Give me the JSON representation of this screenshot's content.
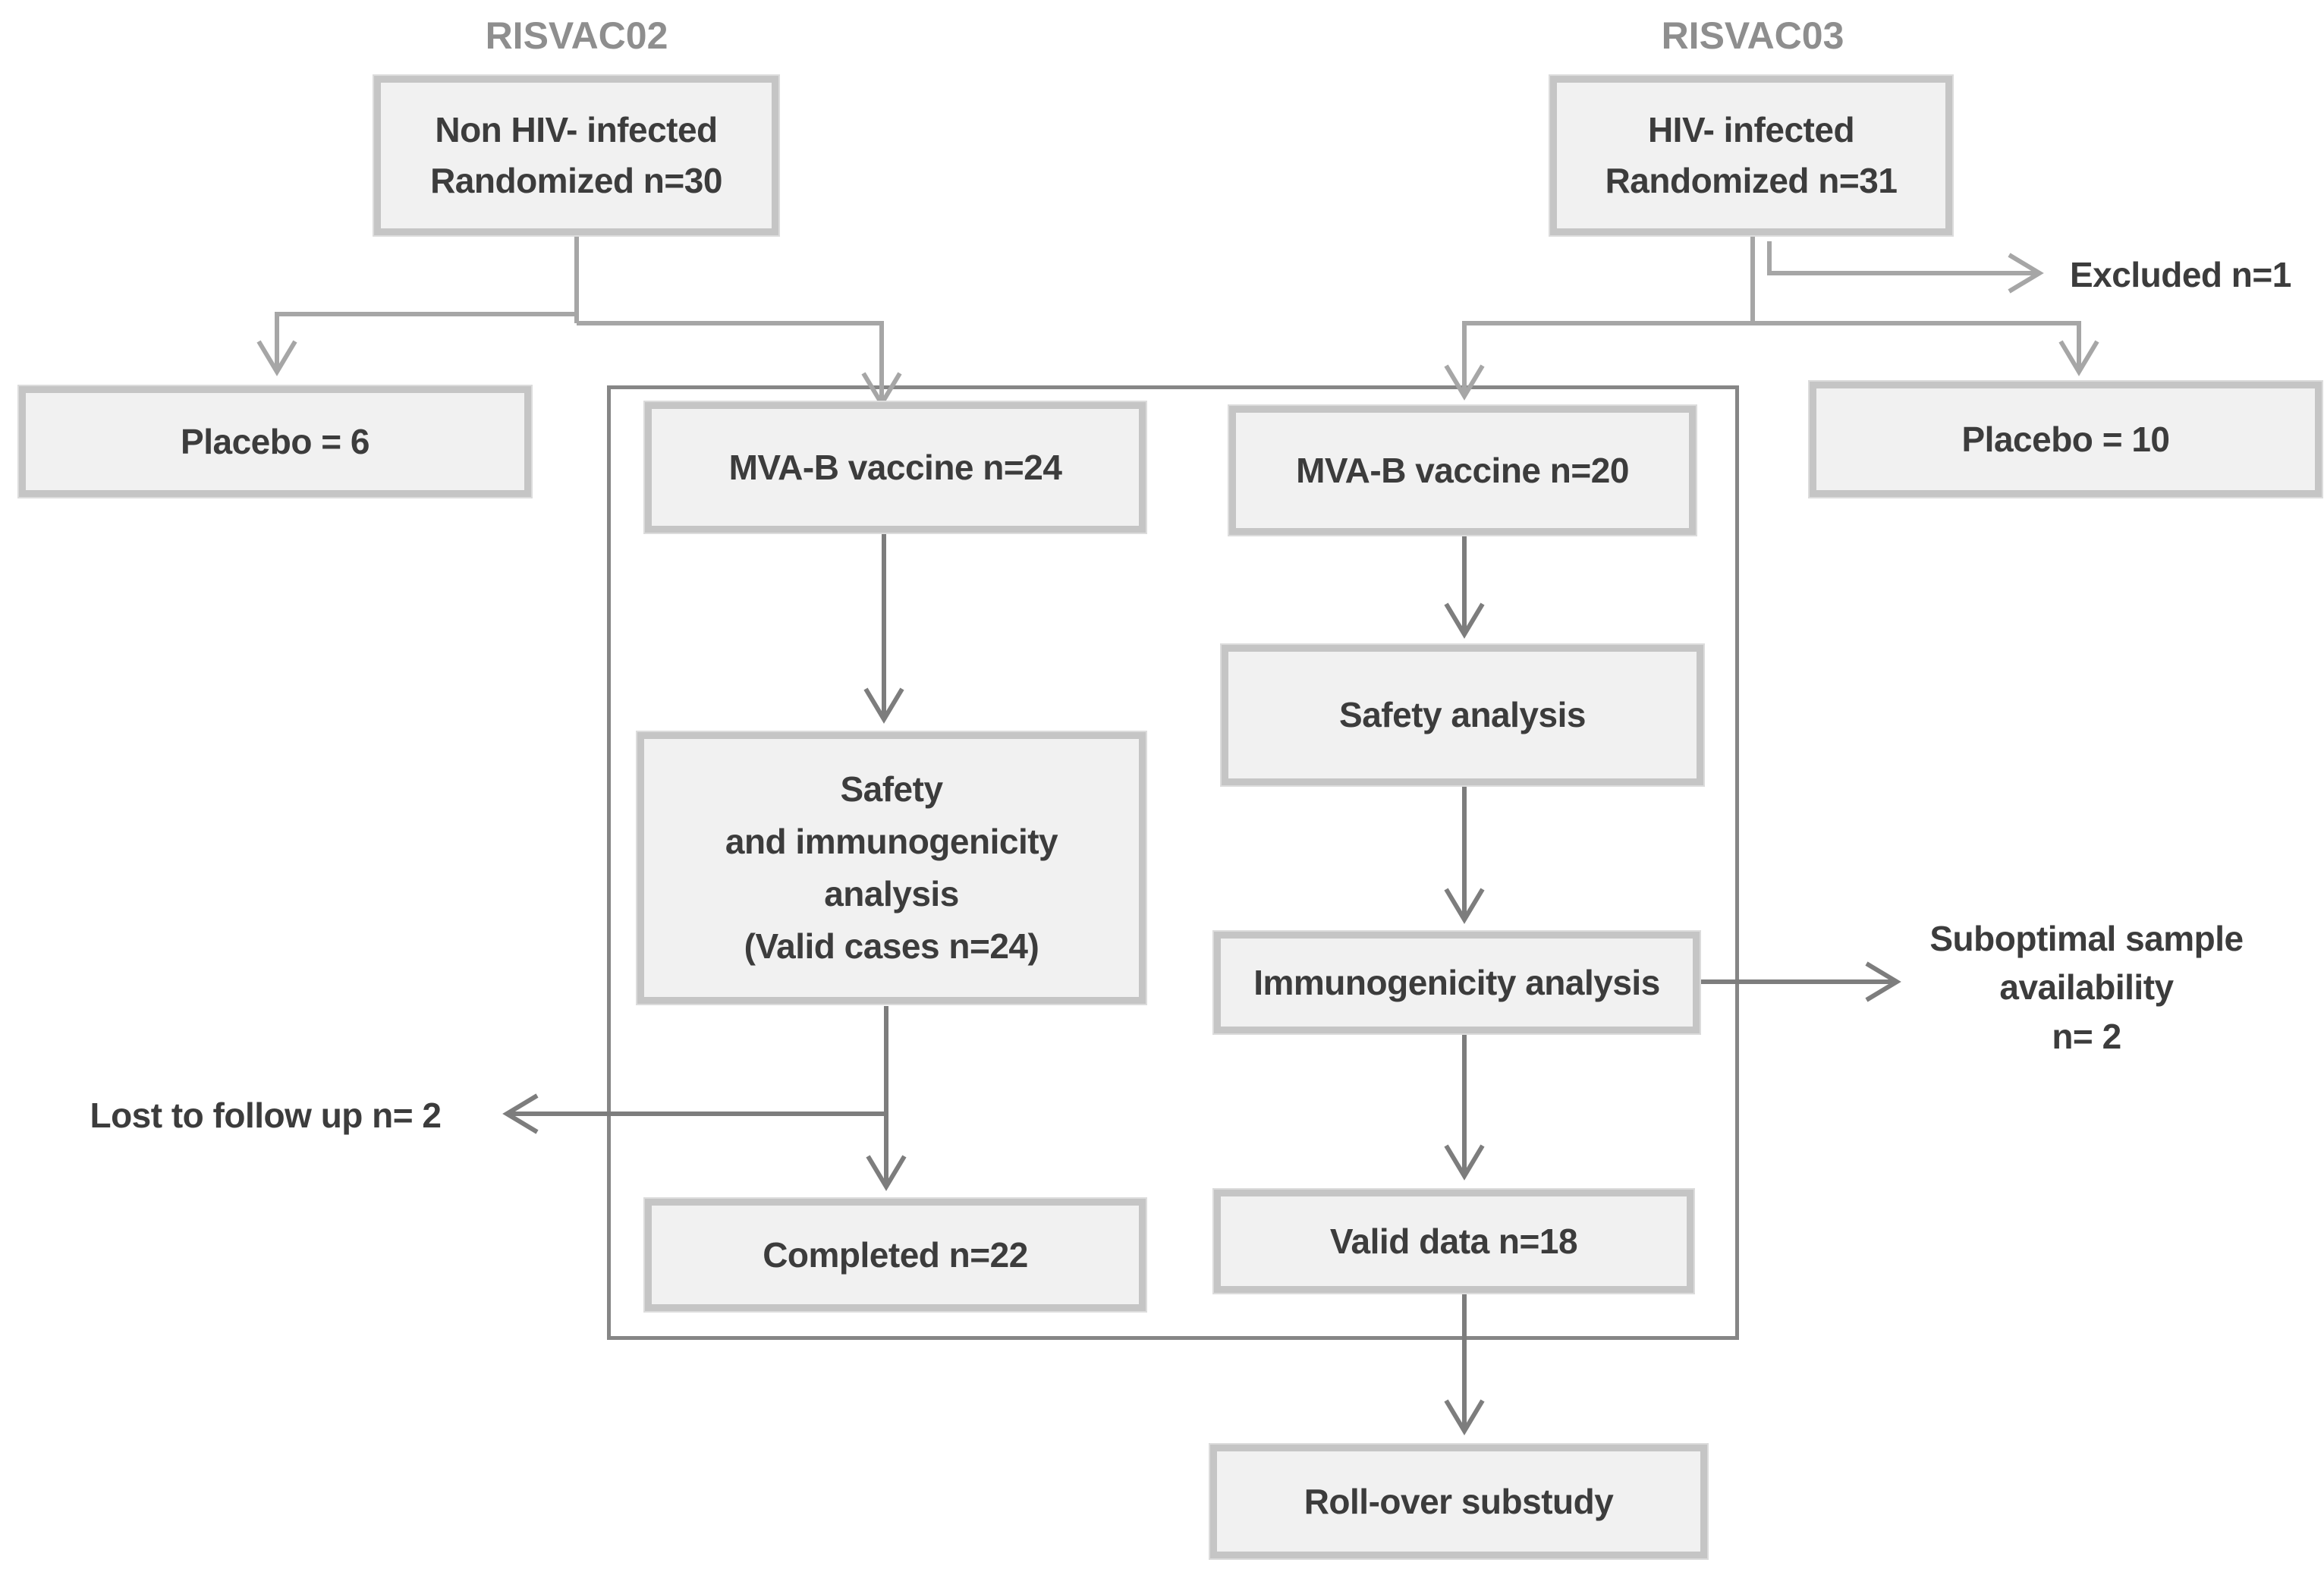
{
  "diagram": {
    "left_study": {
      "title": "RISVAC02",
      "enrollment": "Non HIV- infected\nRandomized n=30",
      "placebo": "Placebo = 6",
      "vaccine": "MVA-B vaccine n=24",
      "analysis": "Safety\nand immunogenicity\nanalysis\n(Valid cases n=24)",
      "lost_note": "Lost to follow up  n= 2",
      "completed": "Completed n=22"
    },
    "right_study": {
      "title": "RISVAC03",
      "enrollment": "HIV- infected\nRandomized n=31",
      "excluded_note": "Excluded  n=1",
      "vaccine": "MVA-B vaccine n=20",
      "placebo": "Placebo = 10",
      "safety": "Safety analysis",
      "immunogenicity": "Immunogenicity analysis",
      "suboptimal_note": "Suboptimal sample\navailability\nn= 2",
      "valid_data": "Valid data n=18",
      "rollover": "Roll-over substudy"
    },
    "colors": {
      "box_fill": "#f1f1f1",
      "box_border": "#c5c5c5",
      "container_border": "#868686",
      "connector_light": "#a6a6a6",
      "connector_dark": "#7d7d7d",
      "text": "#3c3c3c",
      "title_text": "#8e8e8e"
    }
  }
}
